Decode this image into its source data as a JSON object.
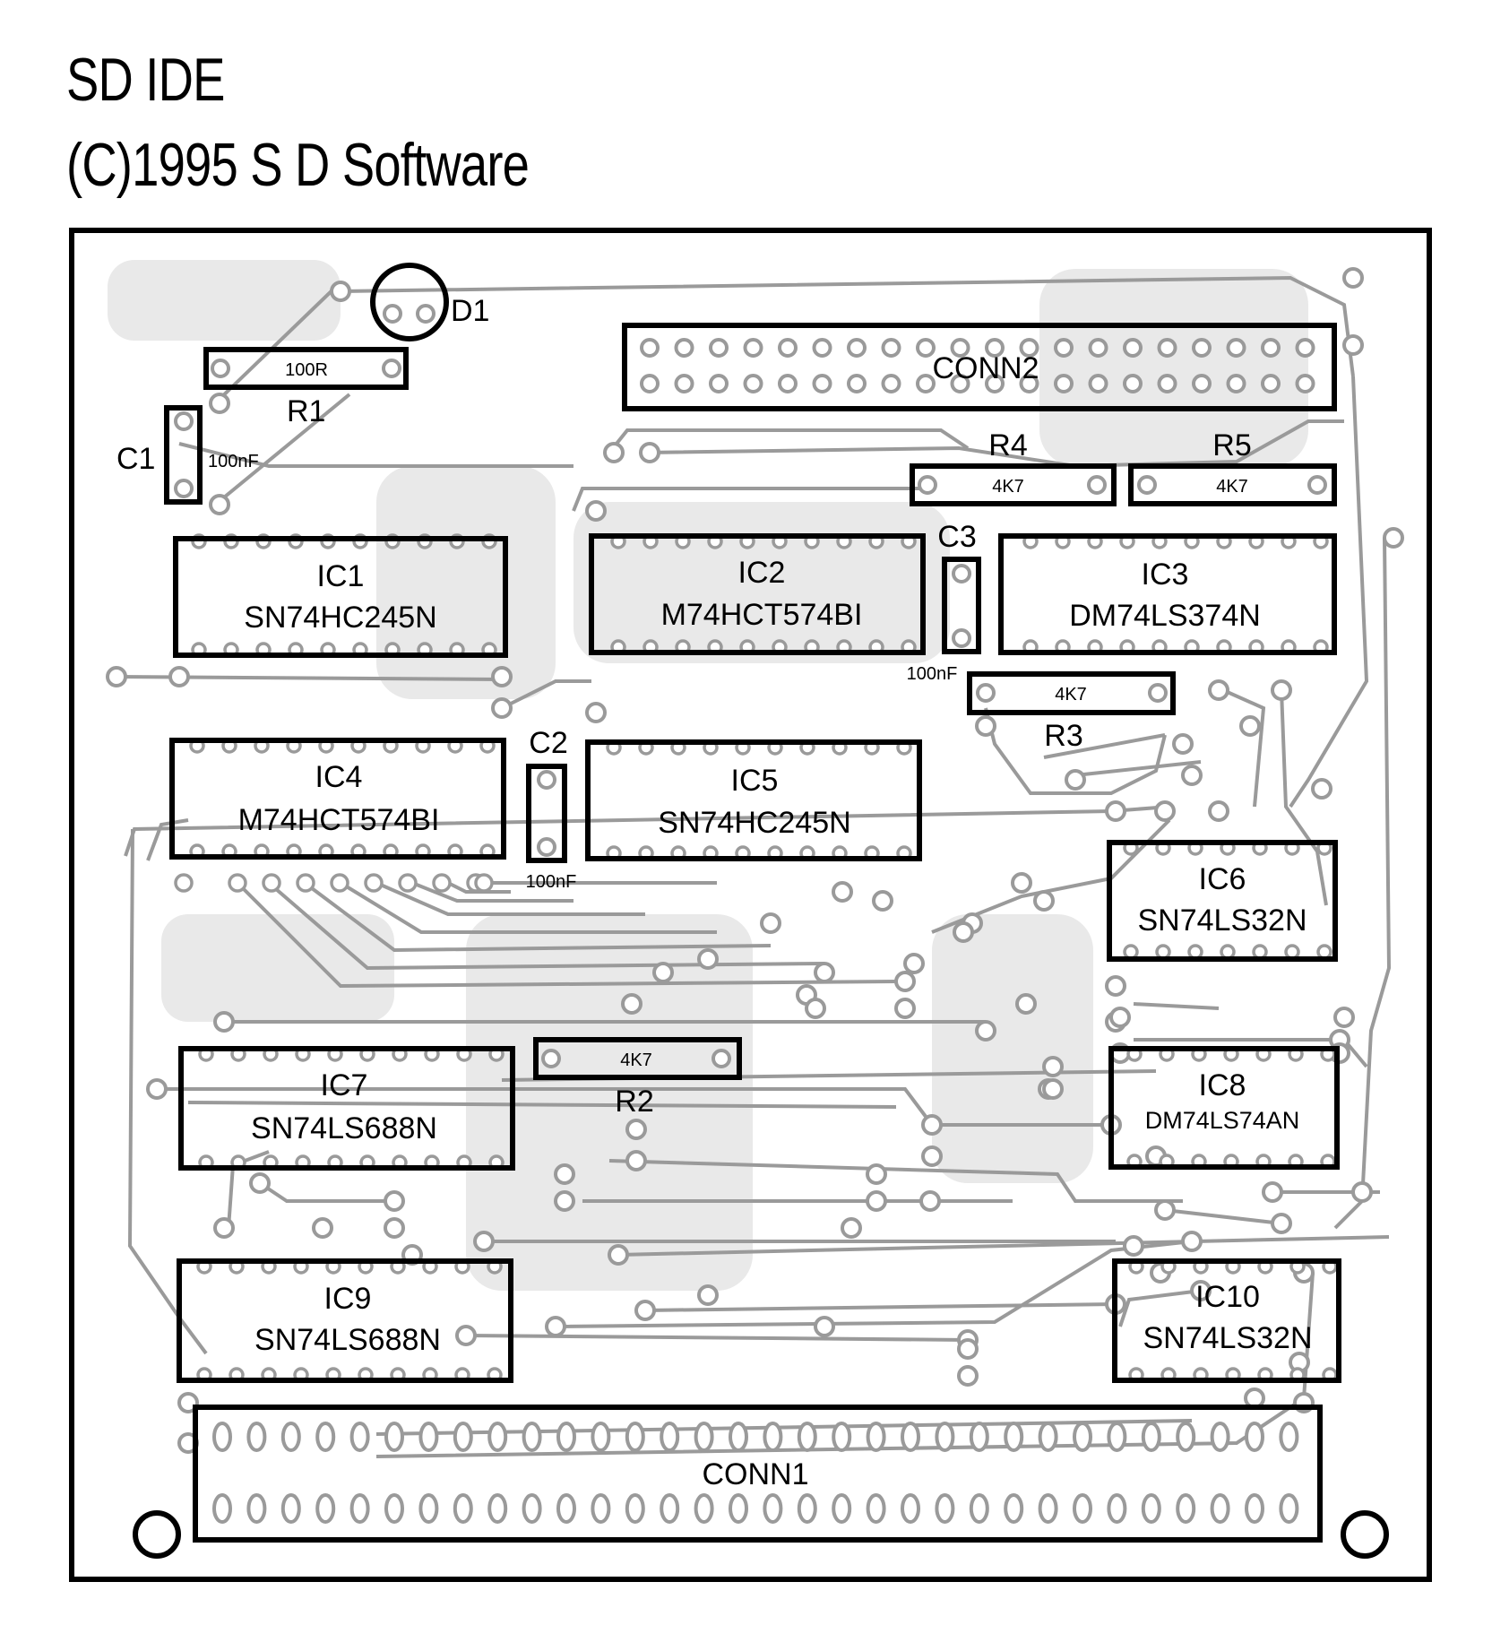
{
  "title": "SD  IDE",
  "copyright": "(C)1995 S D Software",
  "components": {
    "d1": "D1",
    "r1": {
      "ref": "R1",
      "value": "100R"
    },
    "c1": {
      "ref": "C1",
      "value": "100nF"
    },
    "c2": {
      "ref": "C2",
      "value": "100nF"
    },
    "c3": {
      "ref": "C3",
      "value": "100nF"
    },
    "r2": {
      "ref": "R2",
      "value": "4K7"
    },
    "r3": {
      "ref": "R3",
      "value": "4K7"
    },
    "r4": {
      "ref": "R4",
      "value": "4K7"
    },
    "r5": {
      "ref": "R5",
      "value": "4K7"
    },
    "conn1": "CONN1",
    "conn2": "CONN2",
    "ics": [
      {
        "ref": "IC1",
        "part": "SN74HC245N"
      },
      {
        "ref": "IC2",
        "part": "M74HCT574BI"
      },
      {
        "ref": "IC3",
        "part": "DM74LS374N"
      },
      {
        "ref": "IC4",
        "part": "M74HCT574BI"
      },
      {
        "ref": "IC5",
        "part": "SN74HC245N"
      },
      {
        "ref": "IC6",
        "part": "SN74LS32N"
      },
      {
        "ref": "IC7",
        "part": "SN74LS688N"
      },
      {
        "ref": "IC8",
        "part": "DM74LS74AN"
      },
      {
        "ref": "IC9",
        "part": "SN74LS688N"
      },
      {
        "ref": "IC10",
        "part": "SN74LS32N"
      }
    ]
  },
  "colors": {
    "outline": "#000000",
    "trace": "#9a9a9a",
    "pad": "#c8c8c8",
    "shadow": "#e6e6e6"
  }
}
